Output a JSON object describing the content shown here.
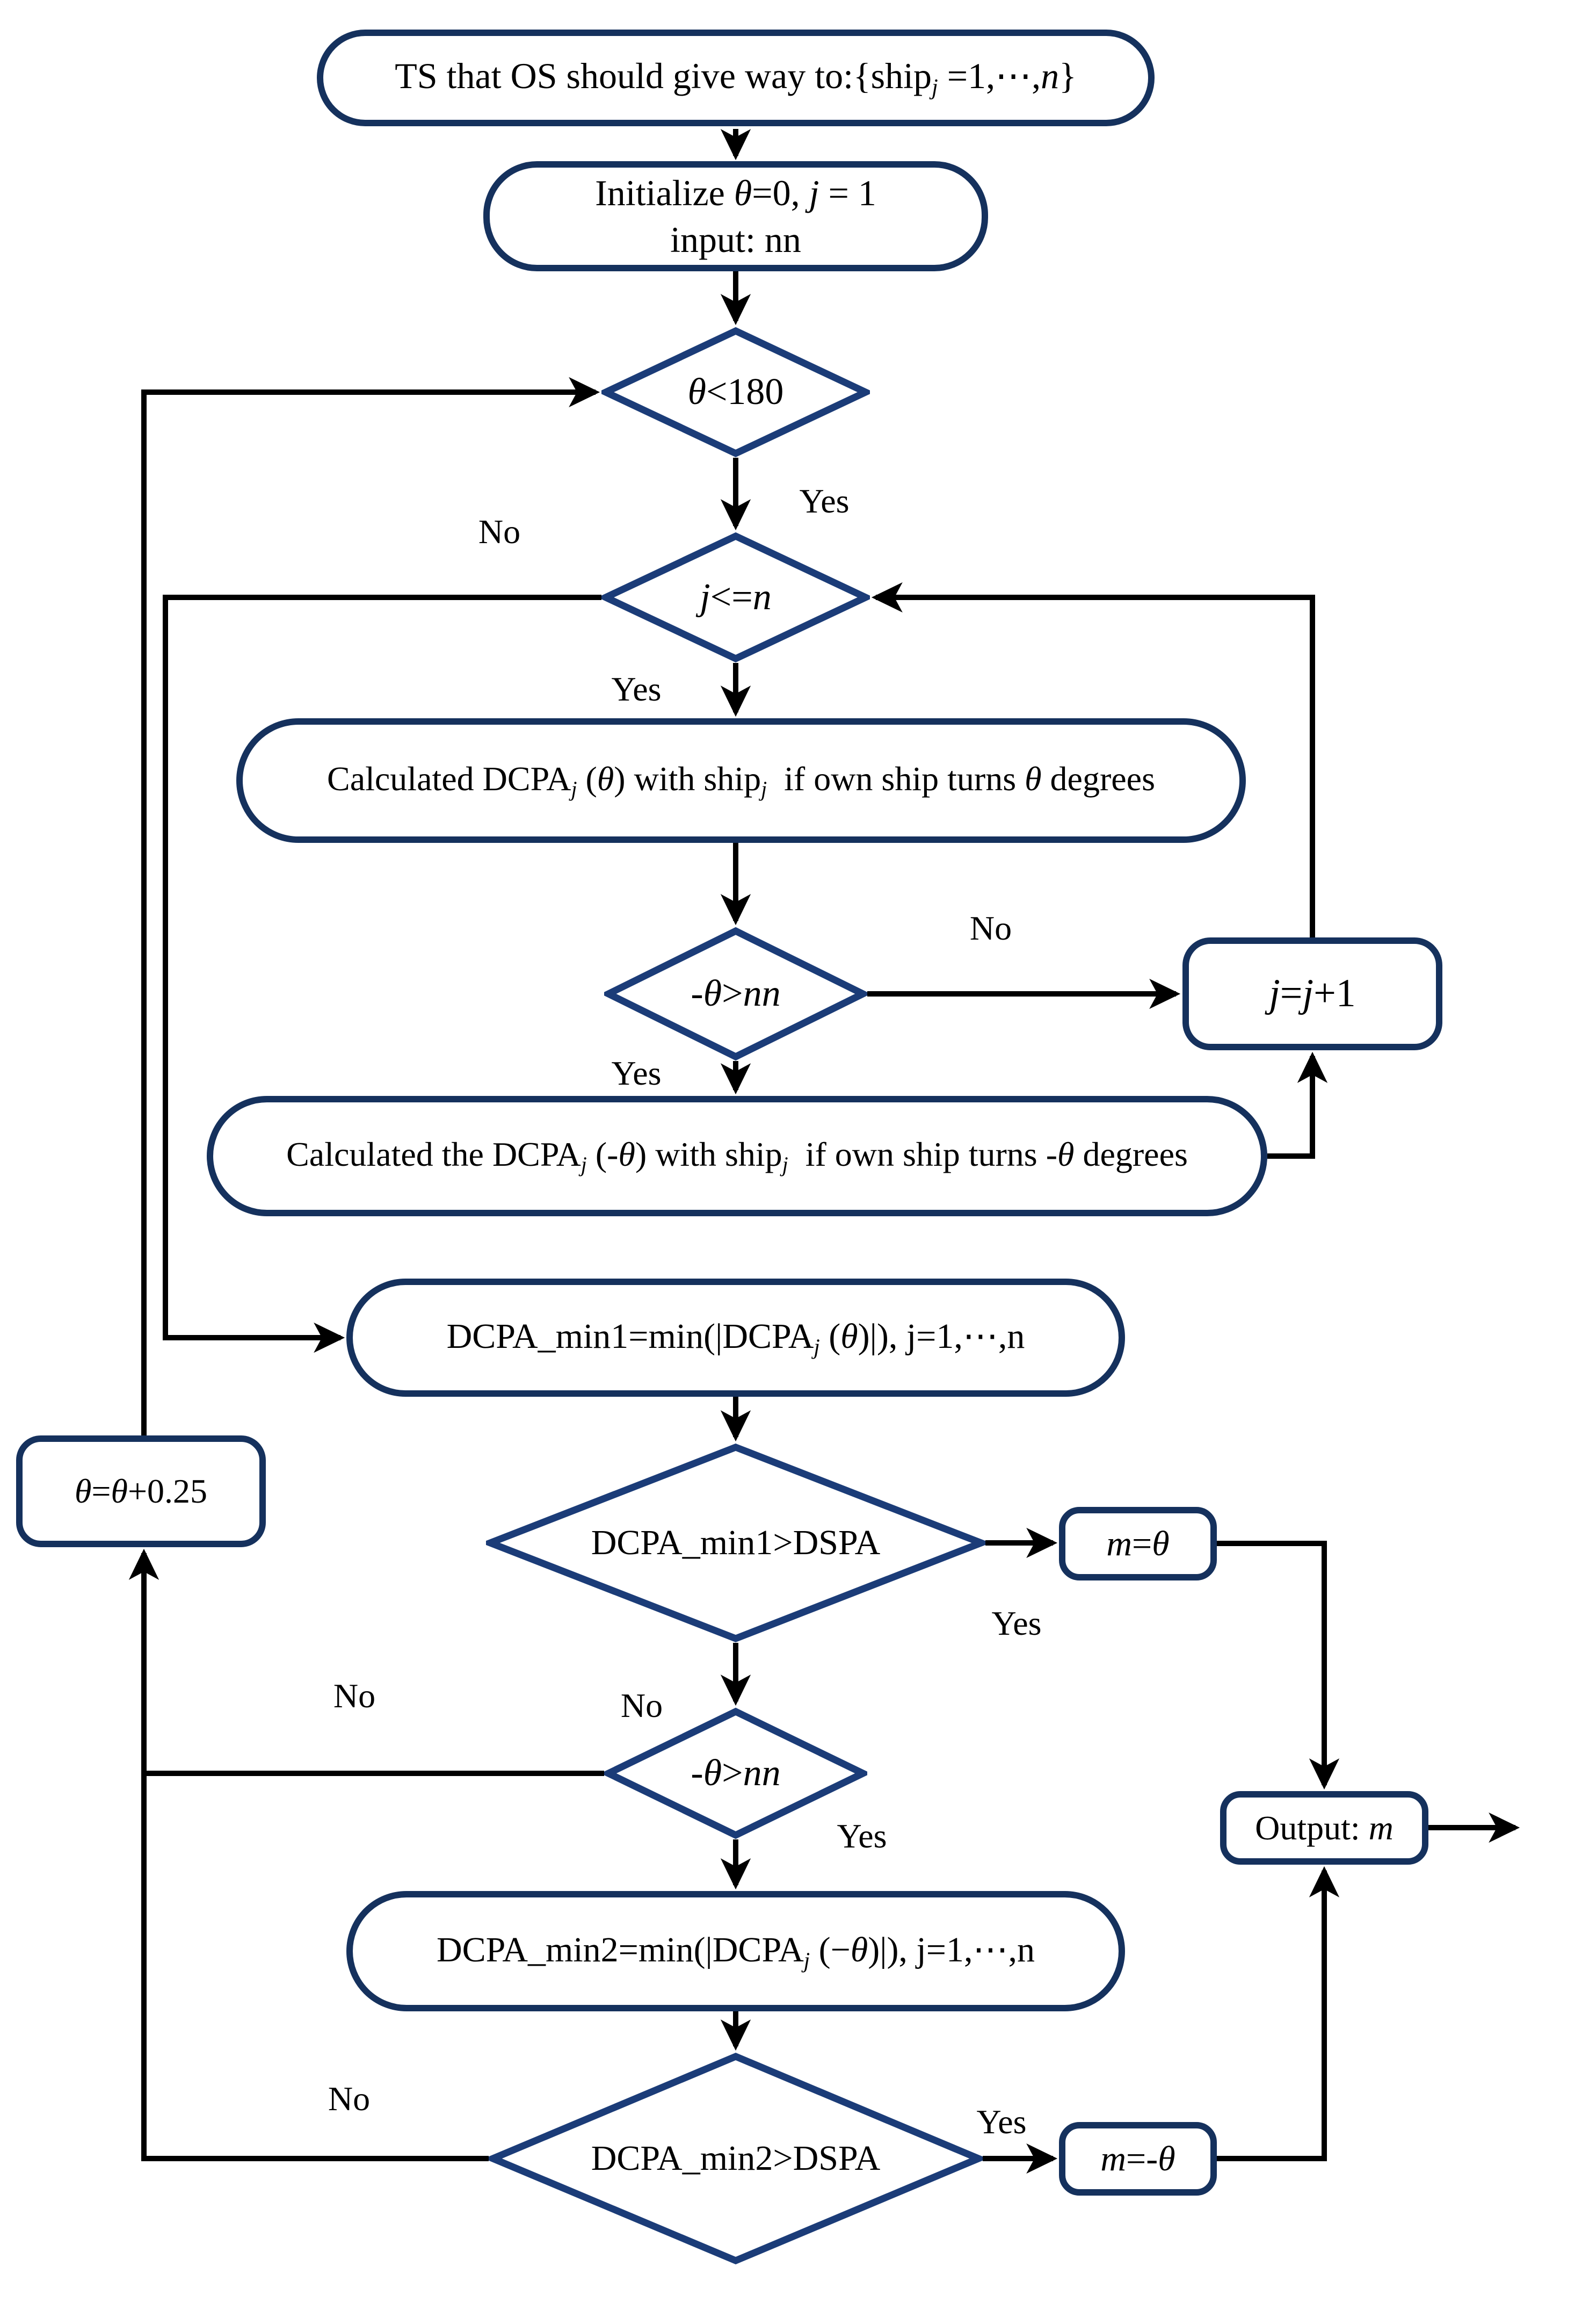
{
  "colors": {
    "box_border": "#15315D",
    "diamond_border": "#1B3C78",
    "connector": "#000000",
    "text": "#000000",
    "background": "#FFFFFF"
  },
  "nodes": {
    "start": {
      "html": "TS that OS should give way to:{ship<sub><i>j</i></sub> =1,⋯,<i>n</i>}"
    },
    "initialize": {
      "line1_html": "Initialize <i>θ</i>=0, <i>j</i> = 1",
      "line2_html": "input: nn"
    },
    "cond_theta_lt_180": {
      "html": "<i>θ</i>&lt;180"
    },
    "cond_j_le_n": {
      "html": "<i>j</i>&lt;=<i>n</i>"
    },
    "calc_dcpa_pos": {
      "html": "Calculated DCPA<sub><i>j</i></sub> (<i>θ</i>) with ship<sub><i>j</i></sub>&nbsp; if own ship turns <i>θ</i> degrees"
    },
    "cond_neg_theta_1": {
      "html": "-<i>θ</i>&gt;<i>nn</i>"
    },
    "inc_j": {
      "html": "<i>j</i>=<i>j</i>+1"
    },
    "calc_dcpa_neg": {
      "html": "Calculated the DCPA<sub><i>j</i></sub> (-<i>θ</i>) with ship<sub><i>j</i></sub>&nbsp; if own ship turns -<i>θ</i> degrees"
    },
    "dcpa_min1": {
      "html": "DCPA_min1=min(|DCPA<sub><i>j</i></sub> (<i>θ</i>)|), j=1,⋯,n"
    },
    "cond_min1_dspa": {
      "html": "DCPA_min1&gt;DSPA"
    },
    "set_m_pos": {
      "html": "<i>m</i>=<i>θ</i>"
    },
    "inc_theta": {
      "html": "<i>θ</i>=<i>θ</i>+0.25"
    },
    "cond_neg_theta_2": {
      "html": "-<i>θ</i>&gt;<i>nn</i>"
    },
    "dcpa_min2": {
      "html": "DCPA_min2=min(|DCPA<sub><i>j</i></sub> (−<i>θ</i>)|), j=1,⋯,n"
    },
    "cond_min2_dspa": {
      "html": "DCPA_min2&gt;DSPA"
    },
    "set_m_neg": {
      "html": "<i>m</i>=-<i>θ</i>"
    },
    "output": {
      "html": "Output: <i>m</i>"
    }
  },
  "edge_labels": {
    "d1_yes": "Yes",
    "d2_no": "No",
    "d2_yes": "Yes",
    "d3_no": "No",
    "d3_yes": "Yes",
    "d4_yes": "Yes",
    "d4_no": "No",
    "d5_no": "No",
    "d5_yes": "Yes",
    "d6_no": "No",
    "d6_yes": "Yes"
  }
}
